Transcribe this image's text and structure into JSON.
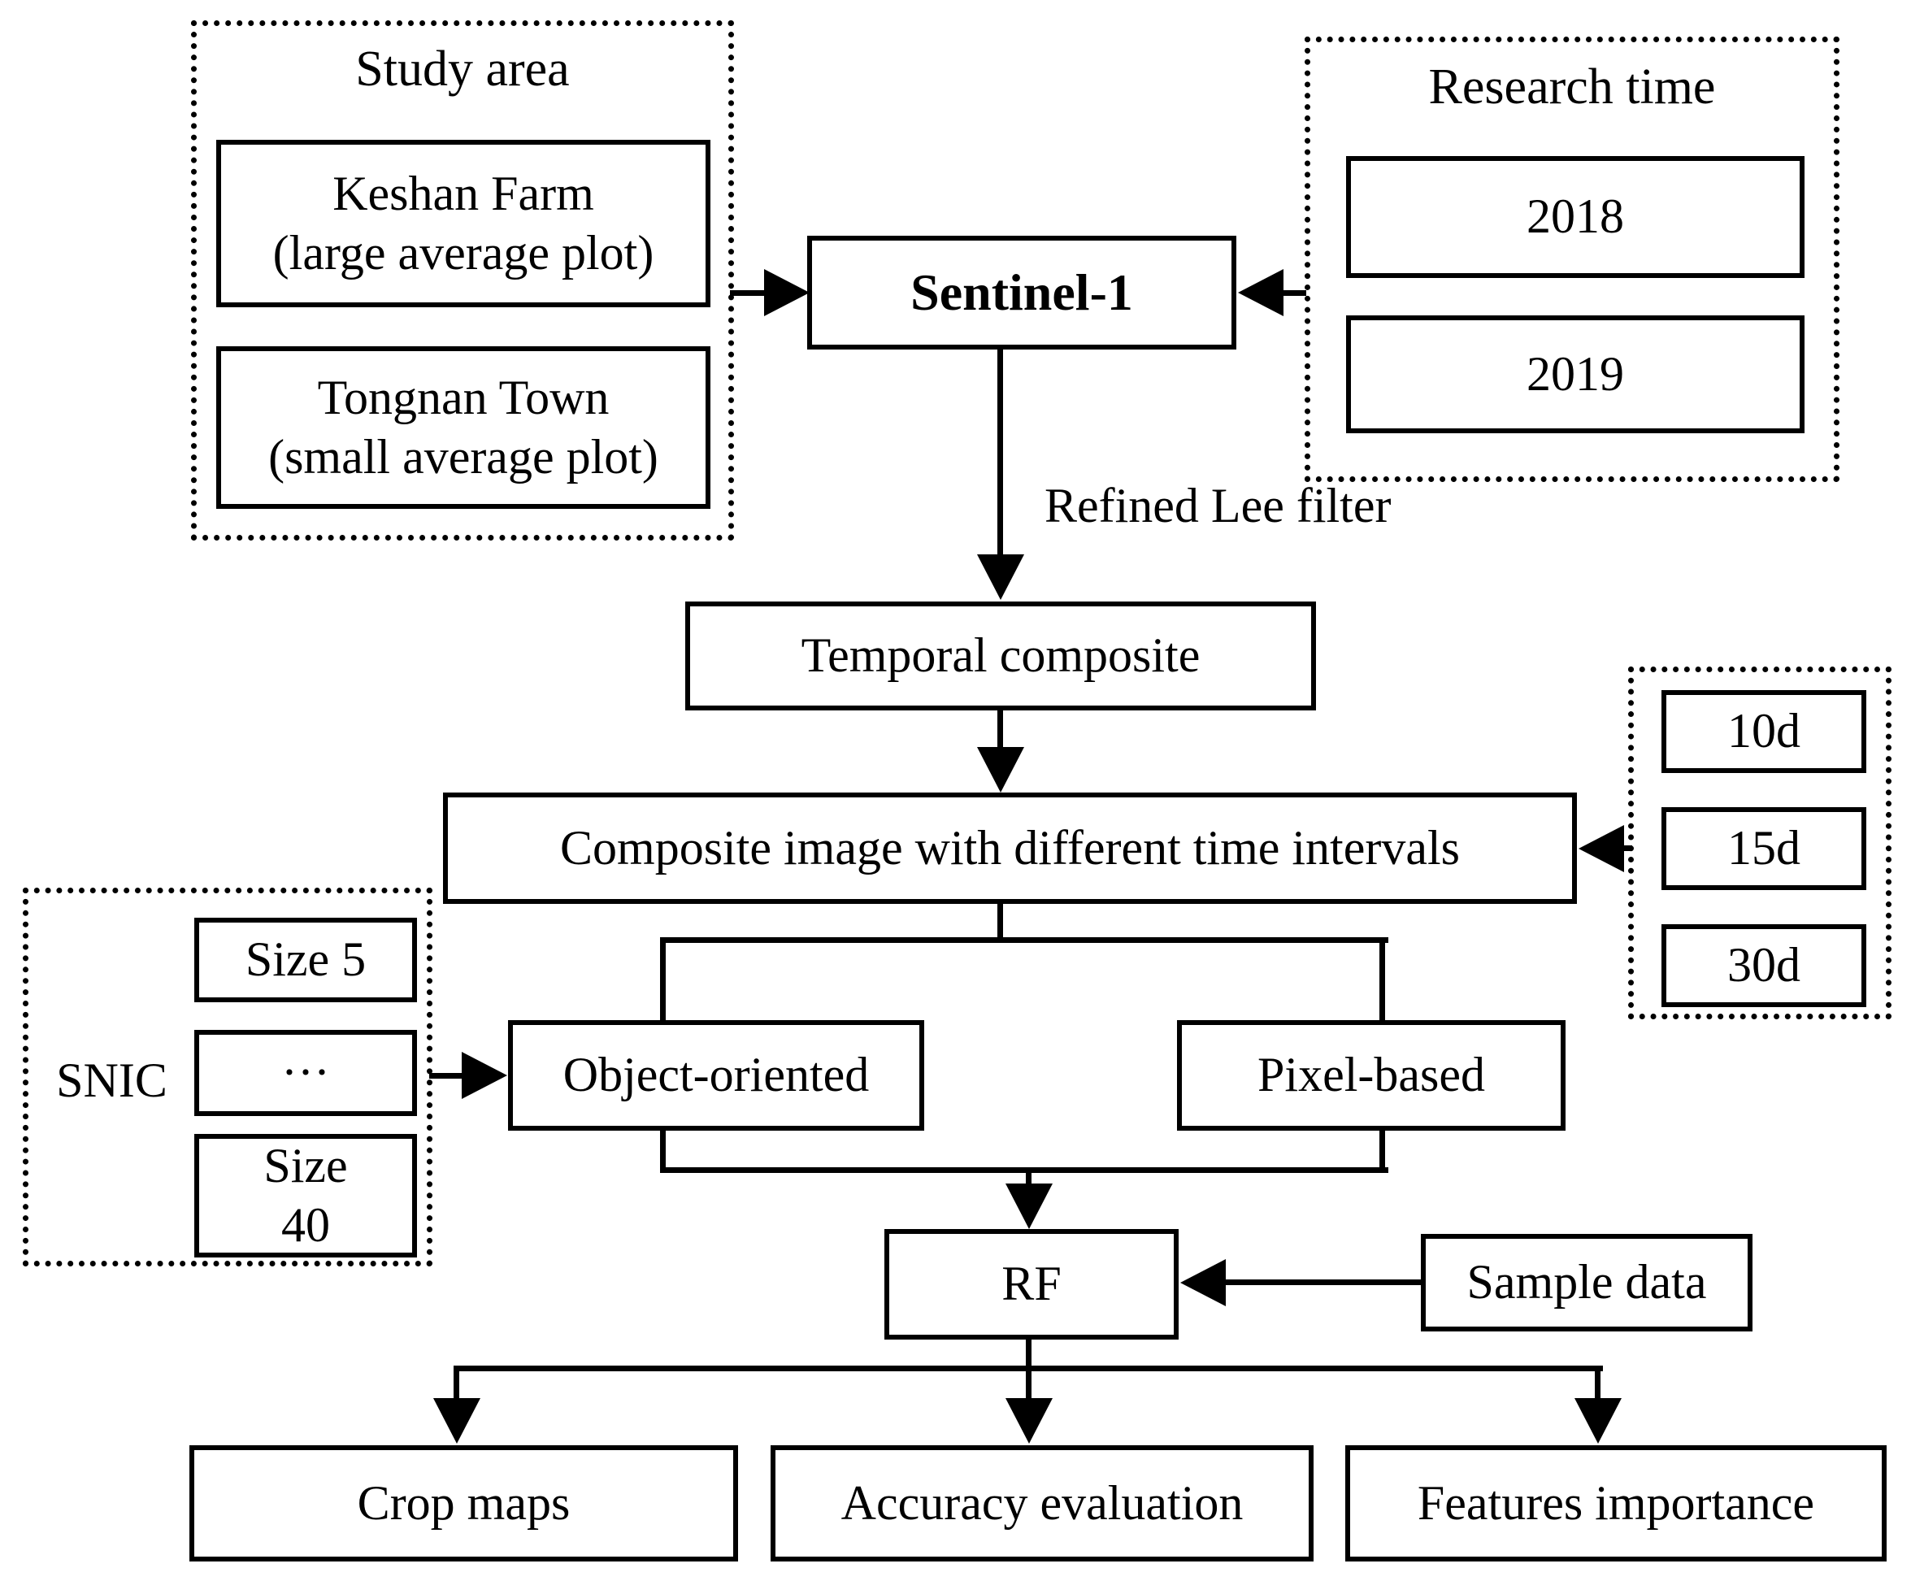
{
  "colors": {
    "ink": "#000000",
    "background": "#ffffff"
  },
  "groups": {
    "study_area": {
      "title": "Study area",
      "keshan_farm": {
        "line1": "Keshan Farm",
        "line2": "(large average plot)"
      },
      "tongnan_town": {
        "line1": "Tongnan Town",
        "line2": "(small average plot)"
      }
    },
    "research_time": {
      "title": "Research time",
      "year_2018": "2018",
      "year_2019": "2019"
    },
    "time_intervals": {
      "interval_10d": "10d",
      "interval_15d": "15d",
      "interval_30d": "30d"
    },
    "snic": {
      "title": "SNIC",
      "size_5": "Size 5",
      "ellipsis": "···",
      "size_40": {
        "line1": "Size",
        "line2": "40"
      }
    }
  },
  "nodes": {
    "sentinel_1": "Sentinel-1",
    "temporal_composite": "Temporal composite",
    "composite_image": "Composite image with different time intervals",
    "object_oriented": "Object-oriented",
    "pixel_based": "Pixel-based",
    "rf": "RF",
    "sample_data": "Sample data",
    "crop_maps": "Crop maps",
    "accuracy_evaluation": "Accuracy evaluation",
    "features_importance": "Features importance"
  },
  "edge_labels": {
    "refined_lee_filter": "Refined Lee filter"
  }
}
